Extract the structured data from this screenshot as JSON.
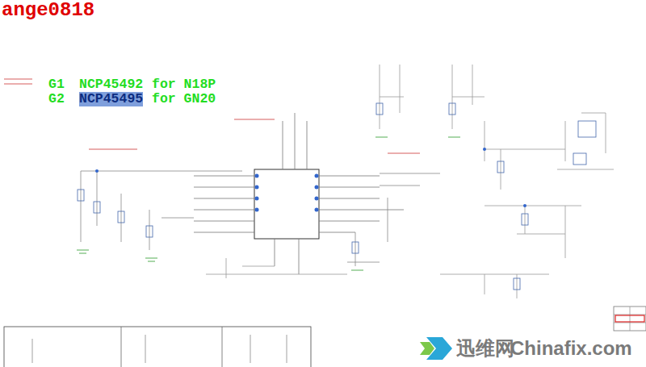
{
  "diagram": {
    "labels": [
      "ange0818",
      "G1",
      "NCP45492",
      "for N18P",
      "G2",
      "NCP45495",
      "for GN20",
      "迅维网",
      "Chinafix.com"
    ]
  }
}
